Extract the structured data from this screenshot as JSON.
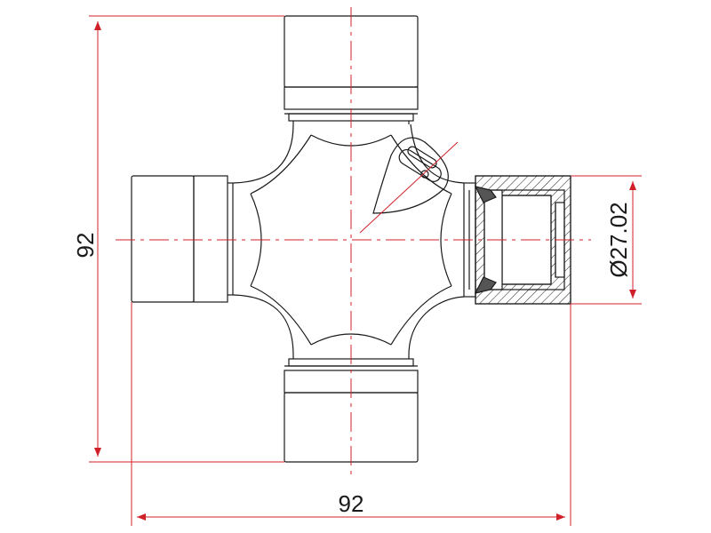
{
  "drawing": {
    "dimensions": {
      "overall_height": "92",
      "overall_width": "92",
      "cup_diameter": "Ø27.02"
    },
    "colors": {
      "outline": "#1a1a1a",
      "dimension": "#d0202a",
      "background": "#ffffff"
    }
  }
}
